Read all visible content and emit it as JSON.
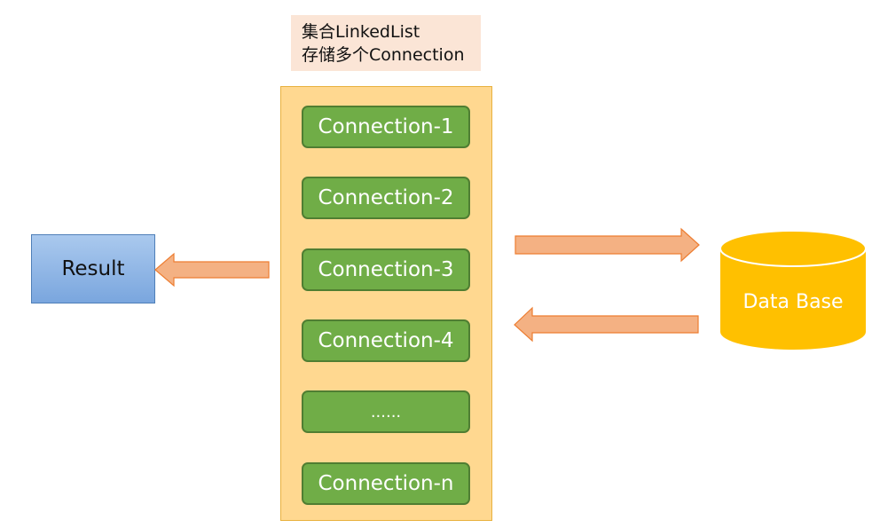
{
  "note": {
    "line1": "集合LinkedList",
    "line2": "存储多个Connection"
  },
  "connections": [
    "Connection-1",
    "Connection-2",
    "Connection-3",
    "Connection-4",
    "......",
    "Connection-n"
  ],
  "result": {
    "label": "Result"
  },
  "database": {
    "label": "Data Base"
  },
  "colors": {
    "pool_fill": "#ffd890",
    "connection_fill": "#70ad47",
    "arrow_fill": "#f4b183",
    "arrow_stroke": "#ed7d31",
    "database_fill": "#ffc000",
    "result_fill": "#9dc3e6",
    "note_fill": "#fbe5d6"
  }
}
